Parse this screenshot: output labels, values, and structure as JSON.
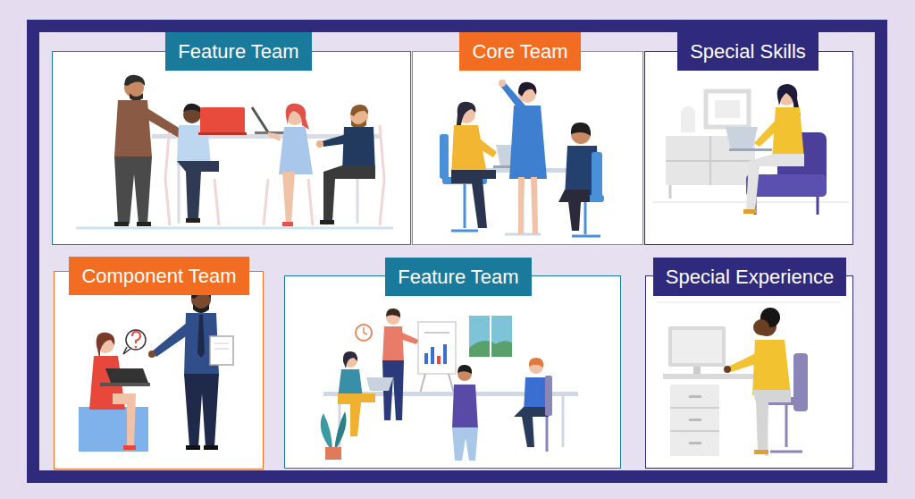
{
  "diagram": {
    "nodes": [
      {
        "text": [
          "Feature Team"
        ]
      },
      {
        "text": [
          "Core Team"
        ]
      },
      {
        "text": [
          "Special Skills"
        ]
      },
      {
        "text": [
          "Component Team"
        ]
      },
      {
        "text": [
          "Feature Team"
        ]
      },
      {
        "text": [
          "Special Experience"
        ]
      }
    ],
    "edges": []
  }
}
